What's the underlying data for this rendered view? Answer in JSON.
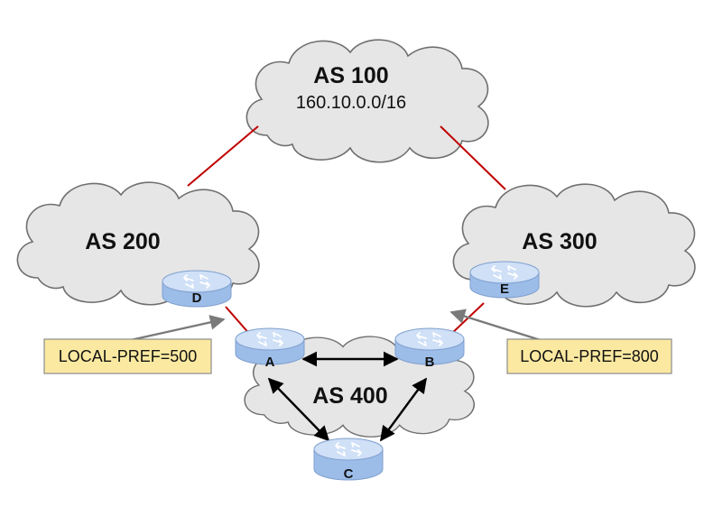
{
  "autonomous_systems": [
    {
      "id": "as100",
      "name": "AS 100",
      "prefix": "160.10.0.0/16"
    },
    {
      "id": "as200",
      "name": "AS 200"
    },
    {
      "id": "as300",
      "name": "AS 300"
    },
    {
      "id": "as400",
      "name": "AS 400"
    }
  ],
  "routers": [
    {
      "id": "D",
      "label": "D"
    },
    {
      "id": "E",
      "label": "E"
    },
    {
      "id": "A",
      "label": "A"
    },
    {
      "id": "B",
      "label": "B"
    },
    {
      "id": "C",
      "label": "C"
    }
  ],
  "annotations": [
    {
      "id": "lp500",
      "text": "LOCAL-PREF=500"
    },
    {
      "id": "lp800",
      "text": "LOCAL-PREF=800"
    }
  ],
  "colors": {
    "cloud_fill": "#e6e6e6",
    "cloud_stroke": "#6f6f6f",
    "ebgp_link": "#c00000",
    "ibgp_link": "#000000",
    "router_top": "#cfe0f7",
    "router_side": "#9dbde9",
    "router_stroke": "#7f9fce",
    "note_fill": "#fbe9a1",
    "note_stroke": "#8c8c8c",
    "pointer": "#7a7a7a"
  }
}
